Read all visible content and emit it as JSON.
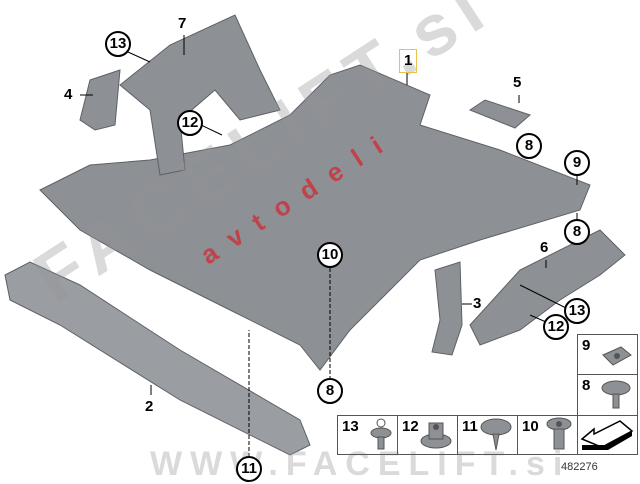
{
  "diagram_number": "482276",
  "watermark": {
    "main": "FACELIFT.si",
    "sub": "avtodeli",
    "bottom": "WWW.FACELIFT.si"
  },
  "callouts": {
    "c1": "1",
    "c7": "7",
    "c13a": "13",
    "c4": "4",
    "c12a": "12",
    "c5": "5",
    "c8a": "8",
    "c9": "9",
    "c8b": "8",
    "c10": "10",
    "c6": "6",
    "c3": "3",
    "c13b": "13",
    "c12b": "12",
    "c8c": "8",
    "c2": "2",
    "c11": "11"
  },
  "legend": {
    "items": [
      "9",
      "8",
      "13",
      "12",
      "11",
      "10"
    ]
  },
  "colors": {
    "part": "#8c8f94",
    "part_dark": "#6e7176",
    "highlight": "#e8c24a",
    "watermark_red": "#d22832"
  }
}
